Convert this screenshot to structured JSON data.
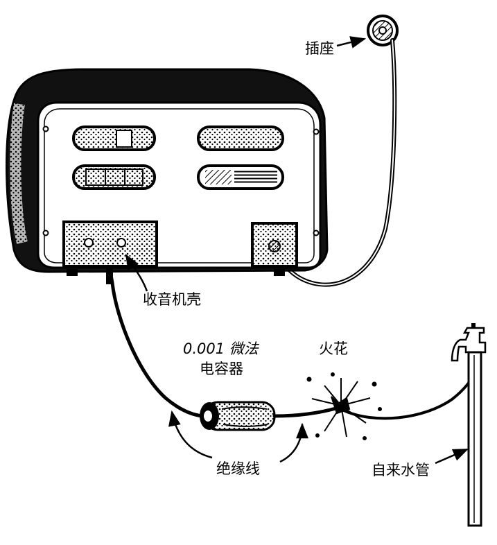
{
  "labels": {
    "socket": "插座",
    "radio_case": "收音机壳",
    "capacitor_line1": "0.001 微法",
    "capacitor_line2": "电容器",
    "spark": "火花",
    "insulated_wire": "绝缘线",
    "water_pipe": "自来水管"
  },
  "colors": {
    "ink": "#000000",
    "paper": "#ffffff"
  },
  "icons": {
    "socket": "wall-socket-icon",
    "faucet": "faucet-icon"
  }
}
